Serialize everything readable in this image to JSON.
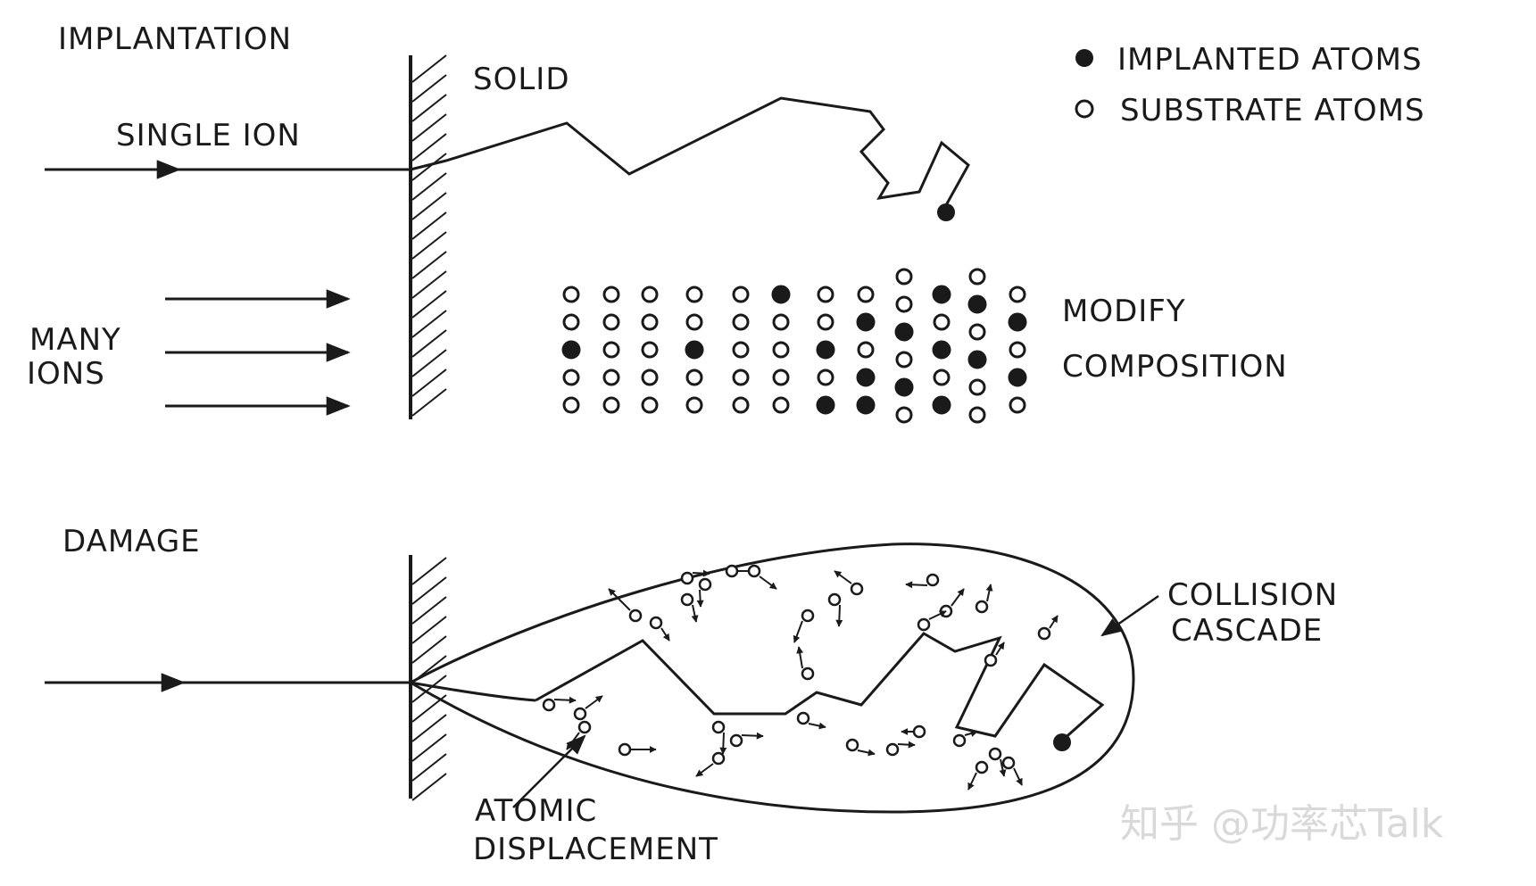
{
  "labels": {
    "implantation": "IMPLANTATION",
    "single_ion": "SINGLE ION",
    "solid": "SOLID",
    "many_ions_1": "MANY",
    "many_ions_2": "IONS",
    "modify_1": "MODIFY",
    "modify_2": "COMPOSITION",
    "damage": "DAMAGE",
    "collision_1": "COLLISION",
    "collision_2": "CASCADE",
    "atomic_1": "ATOMIC",
    "atomic_2": "DISPLACEMENT"
  },
  "legend": {
    "implanted": "IMPLANTED ATOMS",
    "substrate": "SUBSTRATE ATOMS"
  },
  "watermark": "知乎 @功率芯Talk",
  "colors": {
    "ink": "#1a1a1a",
    "paper": "#ffffff",
    "watermark": "#d9d9d9"
  }
}
